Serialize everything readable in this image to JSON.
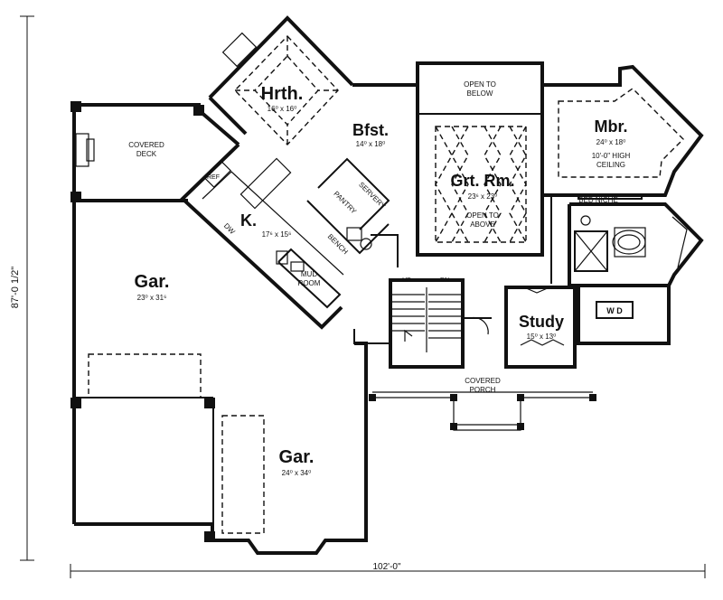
{
  "rooms": {
    "hearth": {
      "name": "Hrth.",
      "size": "16⁰ x 16⁰"
    },
    "breakfast": {
      "name": "Bfst.",
      "size": "14⁰ x 18⁰"
    },
    "great_room": {
      "name": "Grt. Rm.",
      "size": "23⁶ x 23⁰"
    },
    "master_bedroom": {
      "name": "Mbr.",
      "size": "24⁰ x 18⁰",
      "note_line1": "10'-0\" HIGH",
      "note_line2": "CEILING"
    },
    "kitchen": {
      "name": "K.",
      "size": "17⁶ x 15⁶"
    },
    "garage_top": {
      "name": "Gar.",
      "size": "23⁰ x 31⁶"
    },
    "garage_bottom": {
      "name": "Gar.",
      "size": "24⁰ x 34⁰"
    },
    "study": {
      "name": "Study",
      "size": "15⁰ x 13⁰"
    }
  },
  "labels": {
    "covered_deck_1": "COVERED",
    "covered_deck_2": "DECK",
    "open_below_1": "OPEN TO",
    "open_below_2": "BELOW",
    "open_above_1": "OPEN TO",
    "open_above_2": "ABOVE",
    "pantry": "PANTRY",
    "servery": "SERVERY",
    "bench": "BENCH",
    "mud_room_1": "MUD",
    "mud_room_2": "ROOM",
    "bed_niche": "BED NICHE",
    "washer_dryer": "W D",
    "stair_up": "UP",
    "stair_down": "DN",
    "covered_porch_1": "COVERED",
    "covered_porch_2": "PORCH",
    "dw": "DW",
    "ref": "REF"
  },
  "dimensions": {
    "width": "102'-0\"",
    "depth": "87'-0 1/2\""
  }
}
